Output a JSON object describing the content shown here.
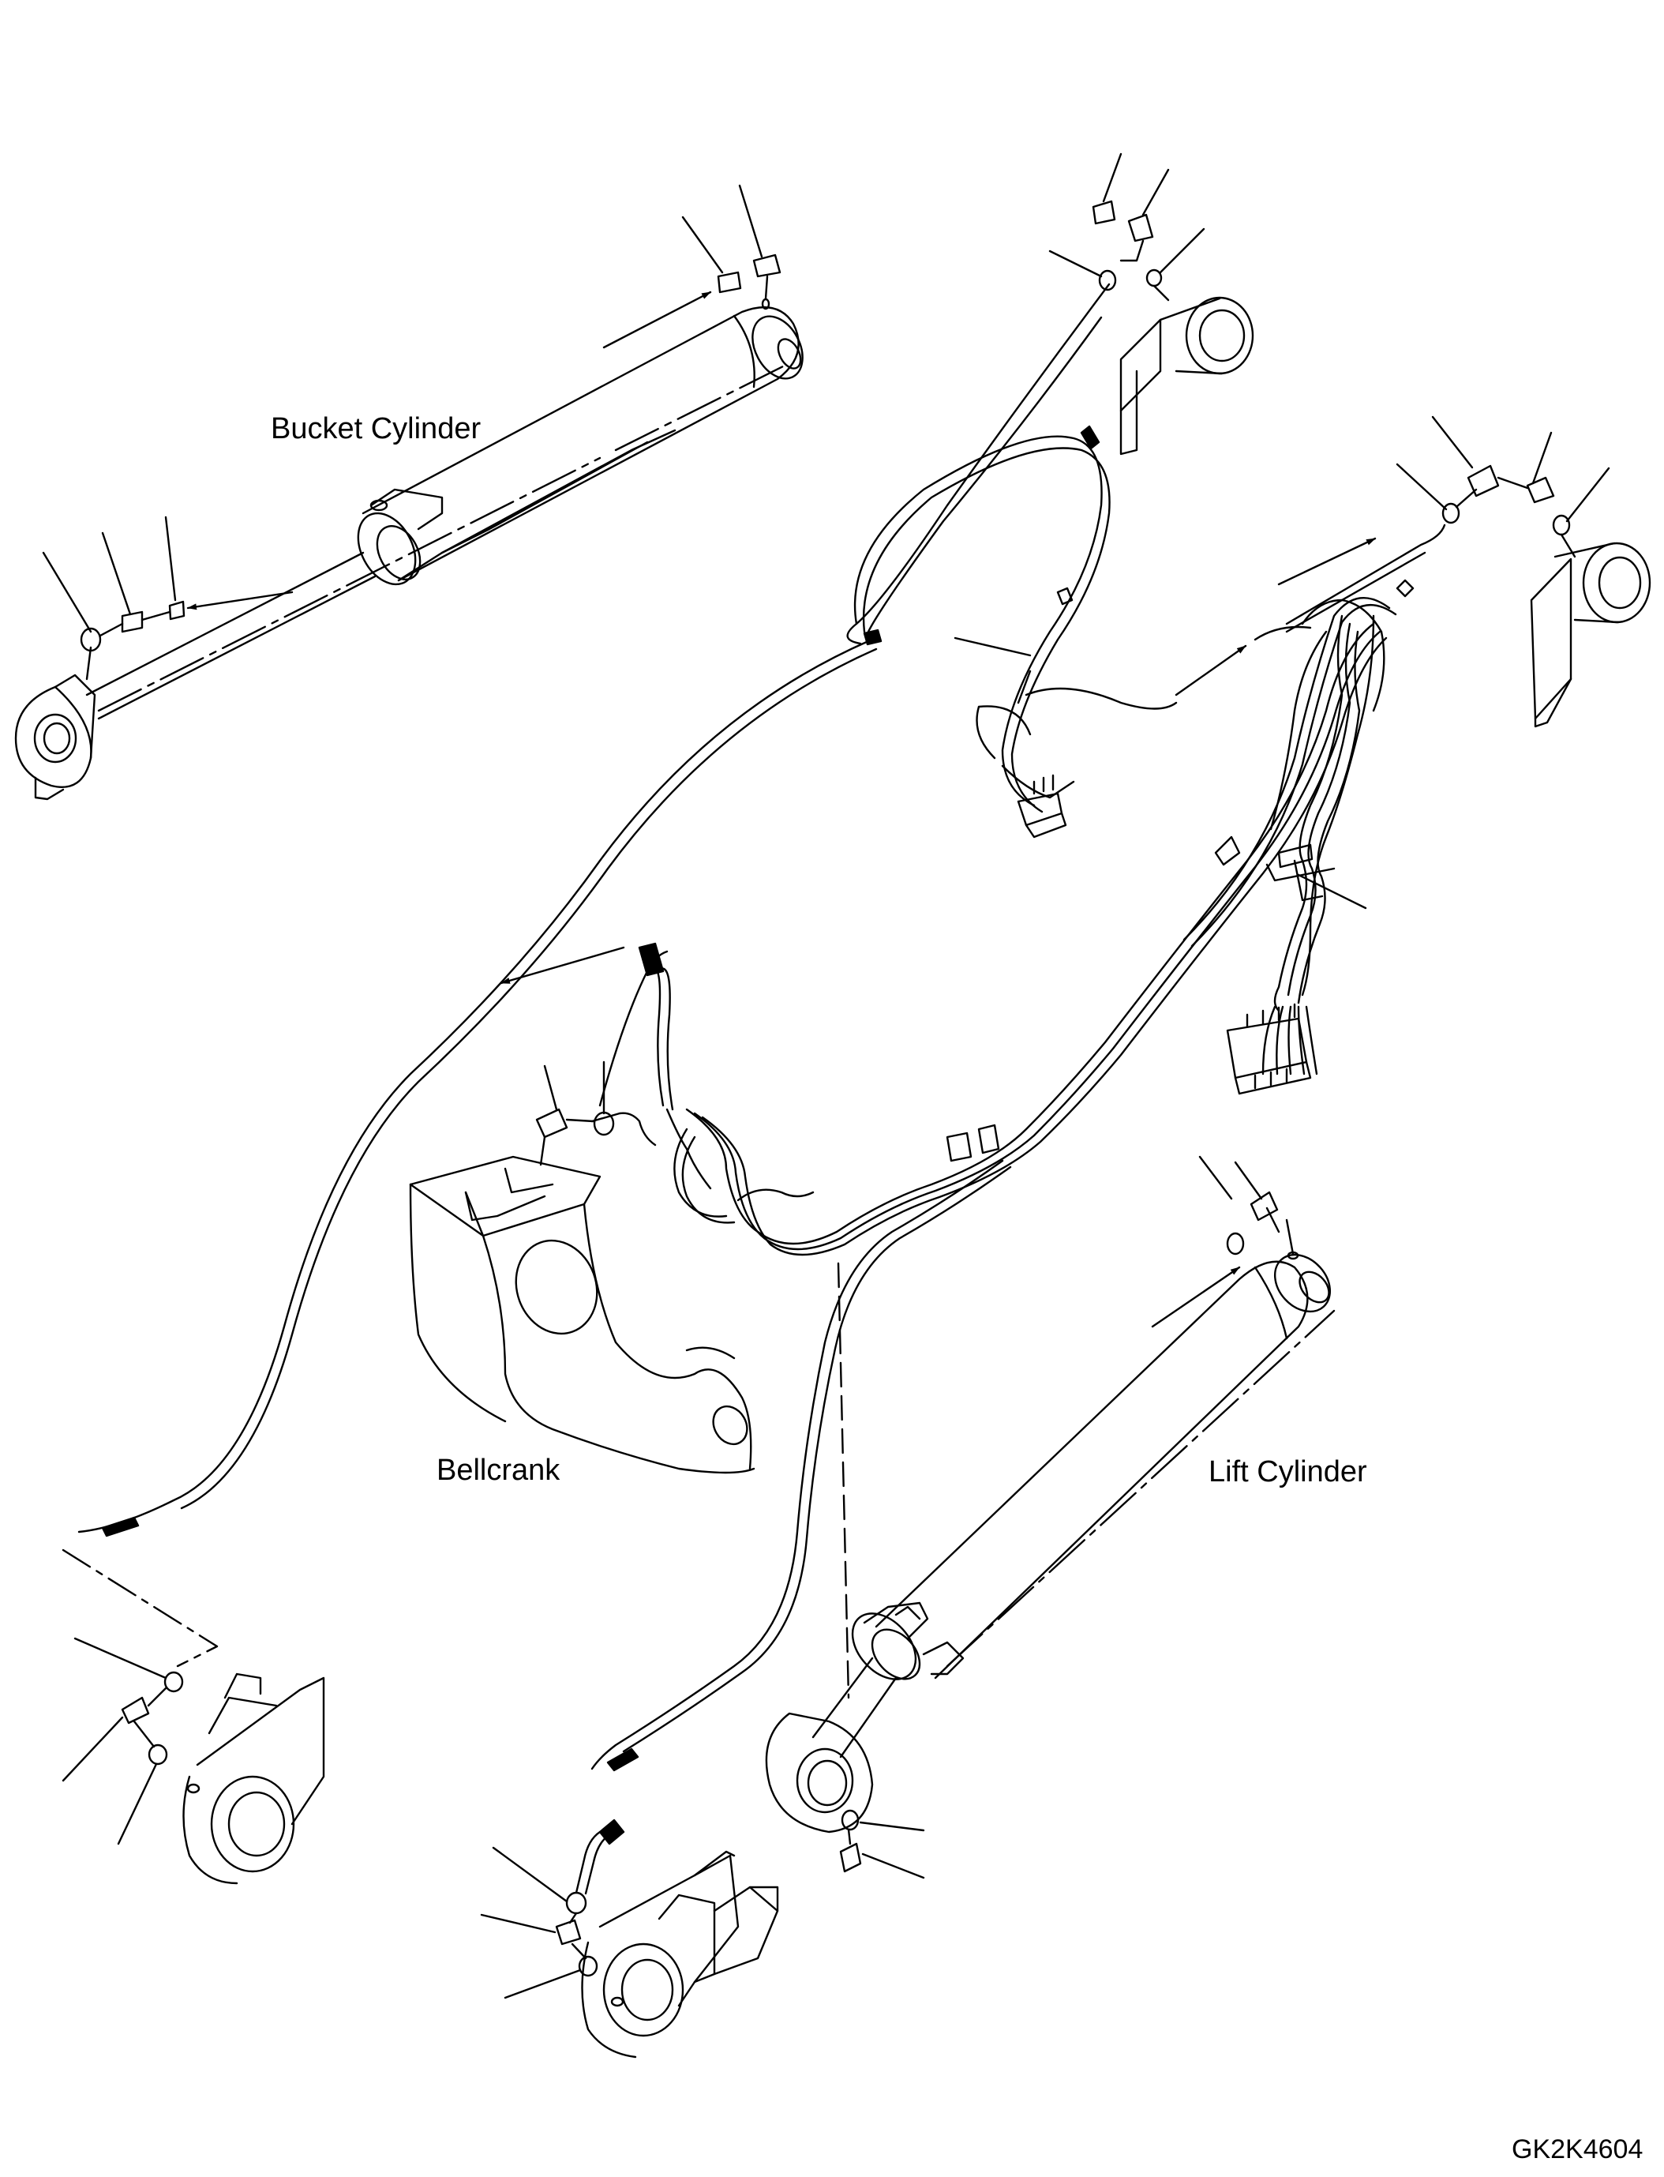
{
  "labels": {
    "bucket_cylinder": "Bucket Cylinder",
    "bellcrank": "Bellcrank",
    "lift_cylinder": "Lift Cylinder",
    "figure_code": "GK2K4604"
  },
  "colors": {
    "line": "#000000",
    "background": "#ffffff"
  }
}
